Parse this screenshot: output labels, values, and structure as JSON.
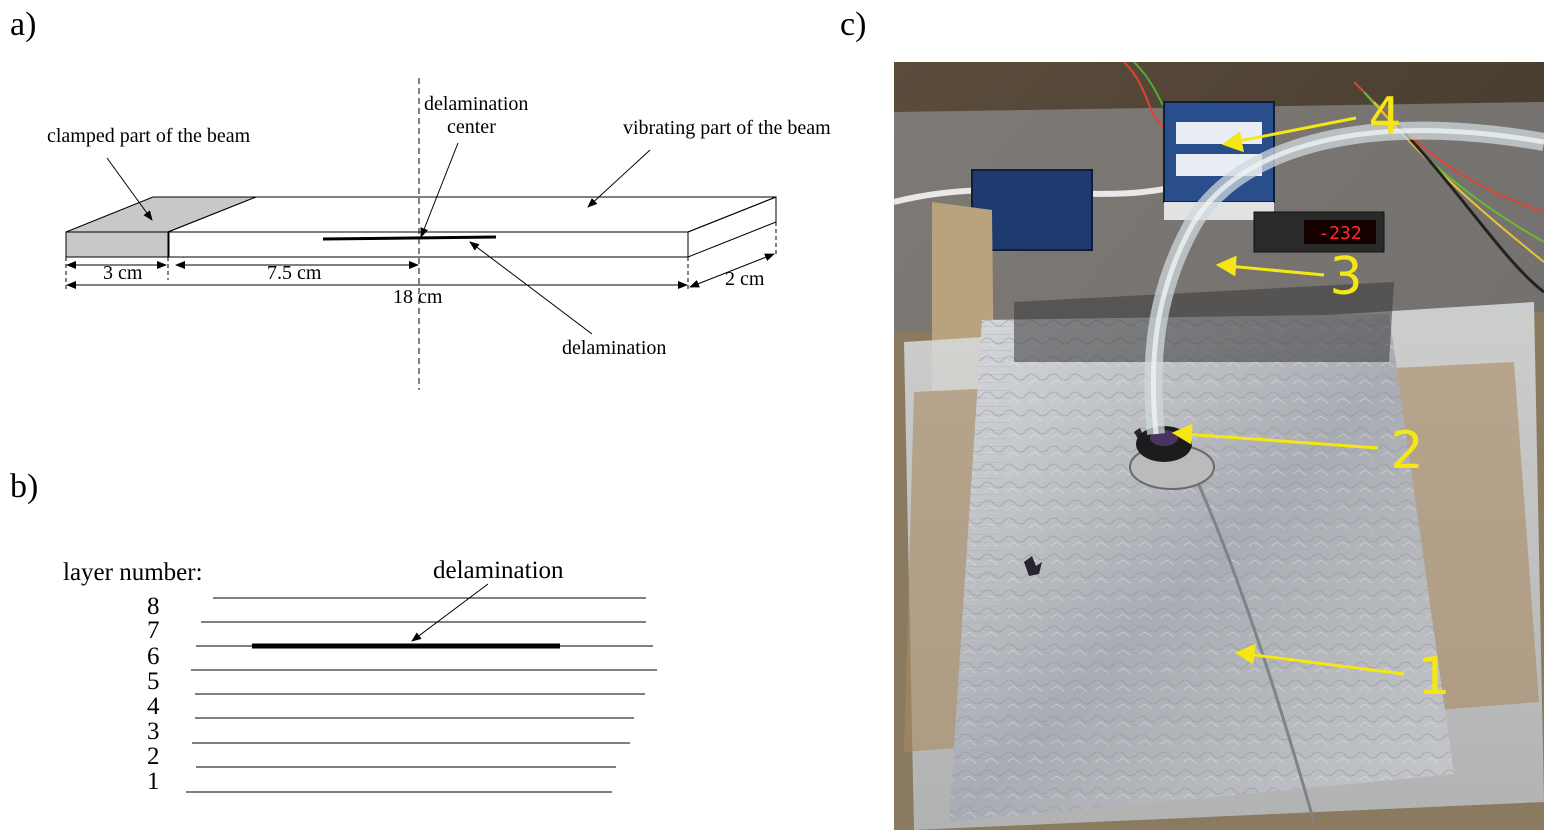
{
  "panels": {
    "a": "a)",
    "b": "b)",
    "c": "c)"
  },
  "figure_a": {
    "clamped_label": "clamped part of the beam",
    "vibrating_label": "vibrating part of the beam",
    "center_label_line1": "delamination",
    "center_label_line2": "center",
    "delamination_label": "delamination",
    "dim_clamped": "3 cm",
    "dim_center": "7.5 cm",
    "dim_length": "18 cm",
    "dim_width": "2 cm"
  },
  "figure_b": {
    "layer_heading": "layer number:",
    "delamination_label": "delamination",
    "layers": [
      "8",
      "7",
      "6",
      "5",
      "4",
      "3",
      "2",
      "1"
    ]
  },
  "figure_c": {
    "callouts": [
      "1",
      "2",
      "3",
      "4"
    ],
    "display_reading": "-232",
    "colors": {
      "callout": "#f5e614",
      "display": "#ff2a2a",
      "foil": "#b9bcc2"
    }
  }
}
